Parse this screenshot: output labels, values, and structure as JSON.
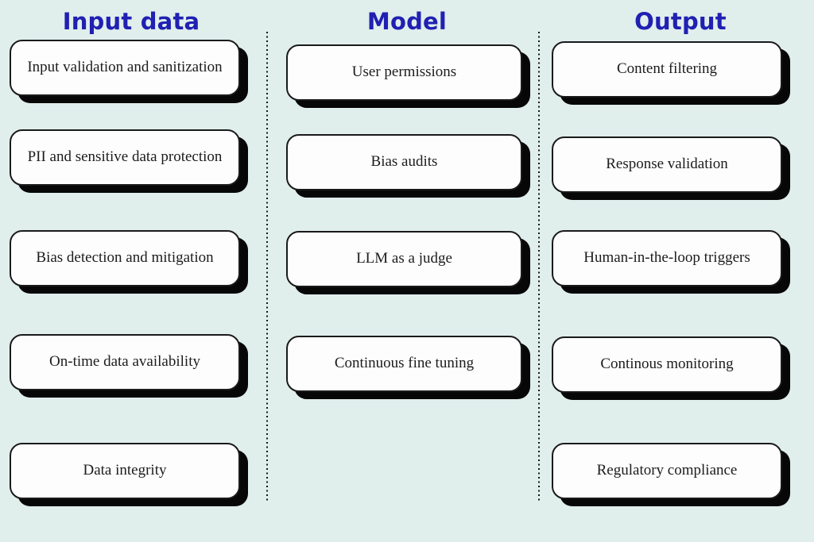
{
  "diagram": {
    "background": "#e0eeec",
    "header_color": "#2020b2",
    "card_background": "#fdfdfd",
    "card_border_color": "#1a1a1a",
    "card_shadow_color": "#070707",
    "columns": [
      {
        "title": "Input data",
        "items": [
          "Input validation and sanitization",
          "PII and sensitive data protection",
          "Bias detection and mitigation",
          "On-time data availability",
          "Data integrity"
        ]
      },
      {
        "title": "Model",
        "items": [
          "User permissions",
          "Bias audits",
          "LLM as a judge",
          "Continuous fine tuning"
        ]
      },
      {
        "title": "Output",
        "items": [
          "Content filtering",
          "Response validation",
          "Human-in-the-loop triggers",
          "Continous monitoring",
          "Regulatory compliance"
        ]
      }
    ]
  }
}
